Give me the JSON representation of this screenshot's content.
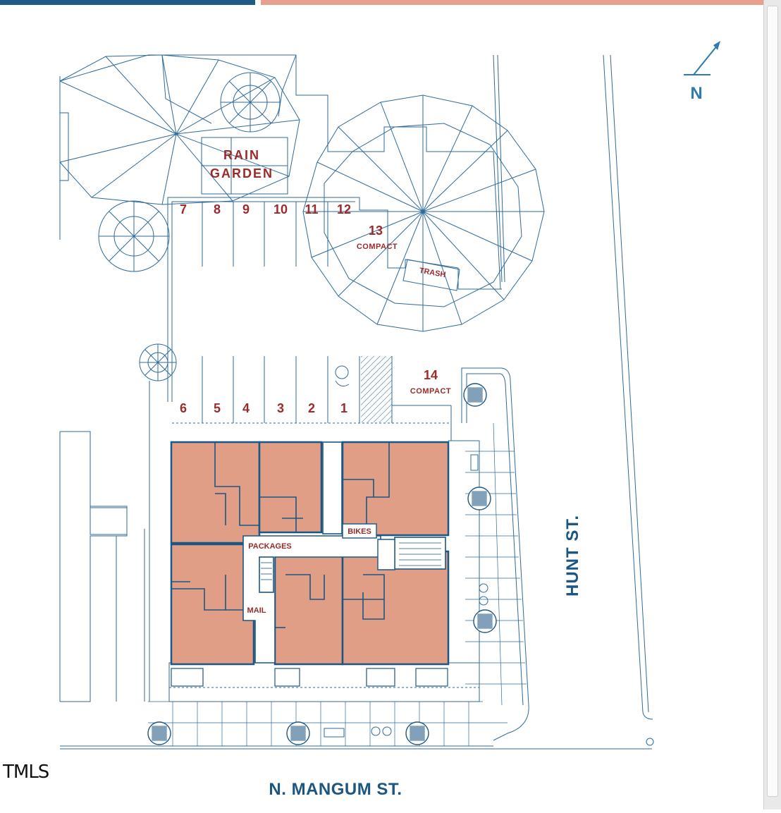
{
  "colors": {
    "line": "#2e6b9a",
    "dark_blue": "#1c5682",
    "unit_fill": "#e09e86",
    "label_red": "#9b2a2a",
    "top_bar_left": "#1f5b85",
    "top_bar_right": "#e8a08e"
  },
  "compass": {
    "label": "N",
    "icon": "north-arrow-icon"
  },
  "streets": {
    "right": "HUNT ST.",
    "bottom": "N. MANGUM ST."
  },
  "areas": {
    "rain_garden_line1": "RAIN",
    "rain_garden_line2": "GARDEN",
    "trash": "TRASH",
    "packages": "PACKAGES",
    "bikes": "BIKES",
    "mail": "MAIL"
  },
  "parking": {
    "top_row": [
      "7",
      "8",
      "9",
      "10",
      "11",
      "12"
    ],
    "bottom_row": [
      "6",
      "5",
      "4",
      "3",
      "2",
      "1"
    ],
    "compact_13": {
      "number": "13",
      "note": "COMPACT"
    },
    "compact_14": {
      "number": "14",
      "note": "COMPACT"
    }
  },
  "watermark": "TMLS"
}
